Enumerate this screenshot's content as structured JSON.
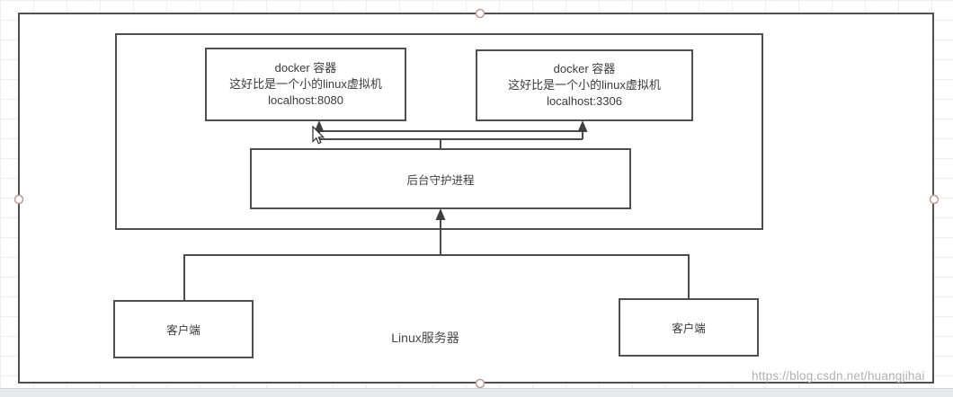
{
  "diagram": {
    "server_group": {
      "server_label": "Linux服务器",
      "docker_left": {
        "title": "docker 容器",
        "desc": "这好比是一个小的linux虚拟机",
        "addr": "localhost:8080"
      },
      "docker_right": {
        "title": "docker 容器",
        "desc": "这好比是一个小的linux虚拟机",
        "addr": "localhost:3306"
      },
      "daemon": {
        "label": "后台守护进程"
      }
    },
    "client_left": {
      "label": "客户端"
    },
    "client_right": {
      "label": "客户端"
    }
  },
  "watermark": {
    "text": "https://blog.csdn.net/huangjihai"
  },
  "colors": {
    "shape_border": "#4f4f4f",
    "shape_fill": "#ffffff",
    "text": "#3b3b3b",
    "connector": "#4a4a4a",
    "selection_handle_stroke": "#c09a9a",
    "grid_line": "#f5ebeb",
    "watermark_text": "#b0b0b0",
    "bottom_strip": "#e7e8ea"
  }
}
